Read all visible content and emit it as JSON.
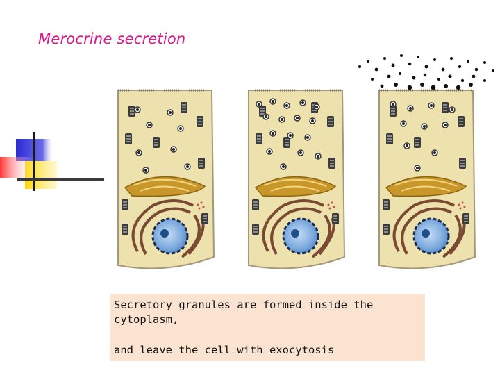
{
  "title": "Merocrine secretion",
  "caption": {
    "line1": "Secretory granules are formed inside the",
    "line2": "cytoplasm,",
    "line3": "and leave the cell with exocytosis"
  },
  "figure": {
    "cells": [
      {
        "stage": "granules-dispersed"
      },
      {
        "stage": "granules-accumulating"
      },
      {
        "stage": "granules-released"
      }
    ]
  },
  "colors": {
    "title": "#e0148c",
    "cell_fill": "#ede1ae",
    "golgi": "#c9962a",
    "rer": "#7a4a32",
    "nucleus": "#8fb4dc",
    "caption_bg": "#fbe3d1"
  }
}
